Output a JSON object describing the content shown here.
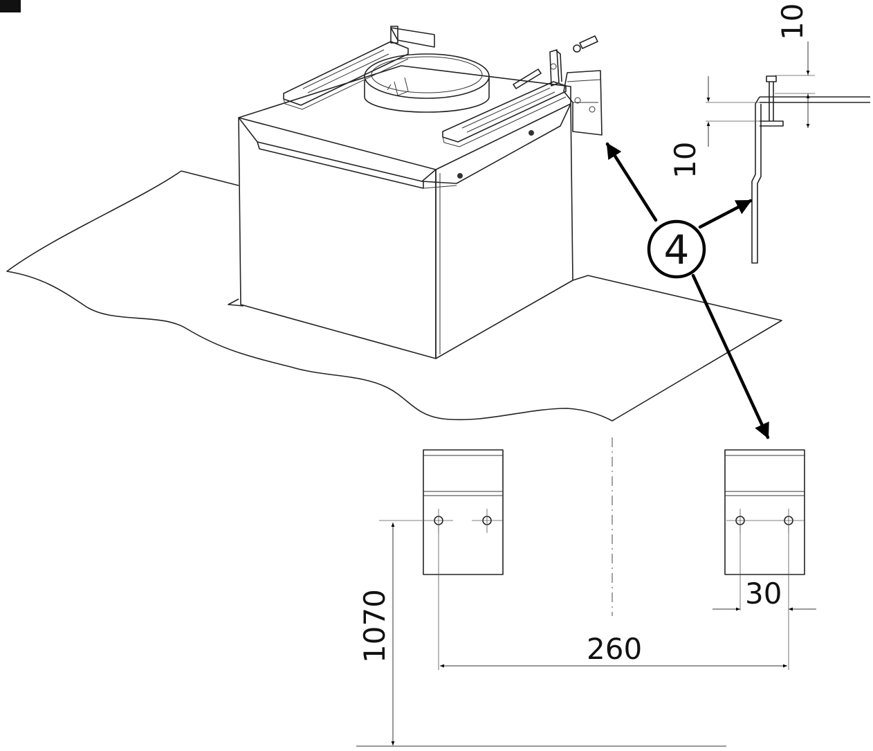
{
  "callout": {
    "label": "4"
  },
  "dimensions": {
    "top_gap": "10",
    "side_gap": "10",
    "hole_spacing": "30",
    "bracket_span": "260",
    "height": "1070"
  },
  "colors": {
    "line": "#222222",
    "background": "#ffffff"
  }
}
